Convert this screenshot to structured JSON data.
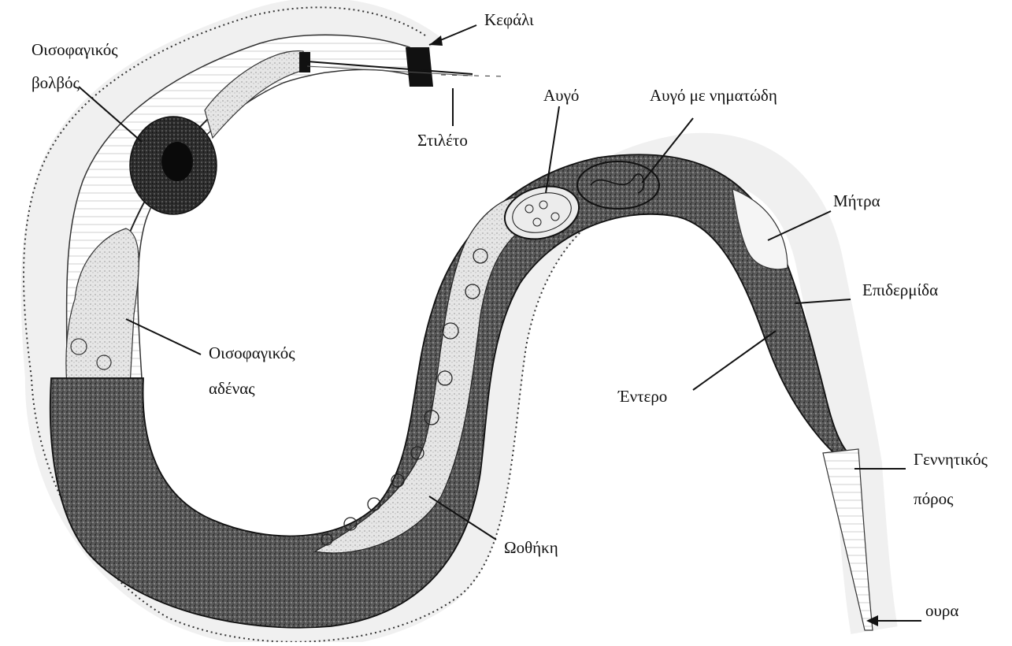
{
  "labels": {
    "head": "Κεφάλι",
    "esophageal_bulb_line1": "Οισοφαγικός",
    "esophageal_bulb_line2": "βολβός",
    "stylet": "Στιλέτο",
    "egg": "Αυγό",
    "egg_with_nematode": "Αυγό με νηματώδη",
    "uterus": "Μήτρα",
    "epidermis": "Επιδερμίδα",
    "esophageal_gland_line1": "Οισοφαγικός",
    "esophageal_gland_line2": "αδένας",
    "intestine": "Έντερο",
    "genital_pore_line1": "Γεννητικός",
    "genital_pore_line2": "πόρος",
    "ovary": "Ωοθήκη",
    "tail": "ουρα"
  },
  "colors": {
    "ink": "#111111",
    "cuticle": "#ffffff",
    "body_dark": "#3a3a3a",
    "body_mid": "#7a7a7a",
    "body_light": "#d8d8d8",
    "egg_fill": "#e8e8e8"
  }
}
